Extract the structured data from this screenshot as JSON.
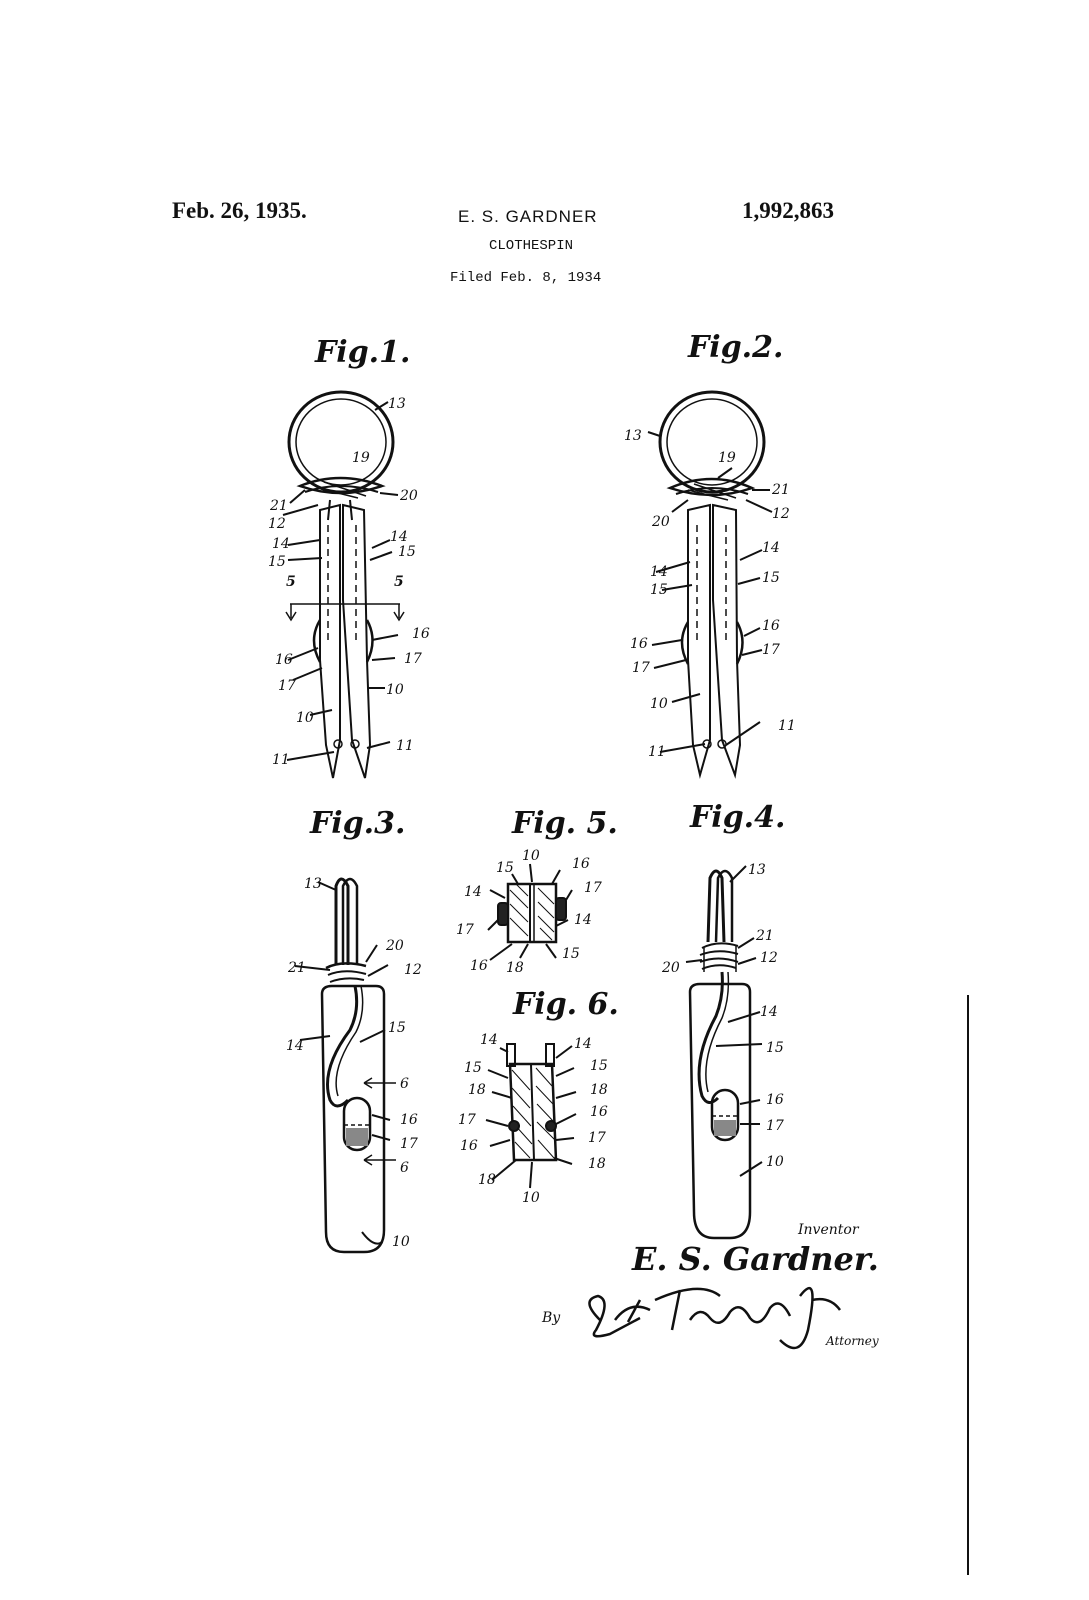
{
  "header": {
    "date": "Feb. 26, 1935.",
    "inventor": "E. S. GARDNER",
    "patent_number": "1,992,863",
    "title": "CLOTHESPIN",
    "filed": "Filed Feb. 8, 1934"
  },
  "figures": {
    "fig1": "Fig.1.",
    "fig2": "Fig.2.",
    "fig3": "Fig.3.",
    "fig4": "Fig.4.",
    "fig5": "Fig. 5.",
    "fig6": "Fig. 6."
  },
  "numerals": {
    "n5": "5",
    "n6": "6",
    "n10": "10",
    "n11": "11",
    "n12": "12",
    "n13": "13",
    "n14": "14",
    "n15": "15",
    "n16": "16",
    "n17": "17",
    "n18": "18",
    "n19": "19",
    "n20": "20",
    "n21": "21"
  },
  "signature": {
    "inventor_label": "Inventor",
    "inventor_name": "E. S. Gardner.",
    "by": "By",
    "attorney_signature": "L. F. Randolph Jr.",
    "attorney_label": "Attorney"
  }
}
